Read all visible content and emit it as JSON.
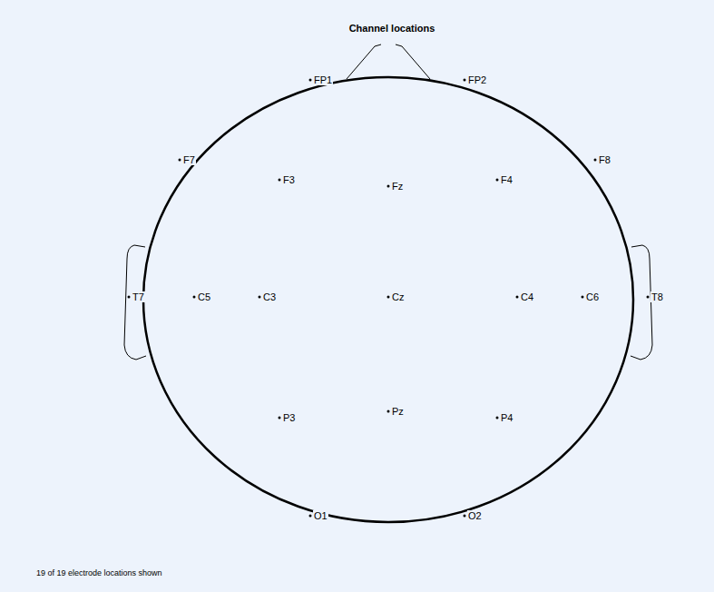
{
  "diagram": {
    "title": "Channel locations",
    "caption": "19 of 19 electrode locations shown",
    "labels": [
      "FP1",
      "FP2",
      "F7",
      "F3",
      "Fz",
      "F4",
      "F8",
      "T7",
      "C5",
      "C3",
      "Cz",
      "C4",
      "C6",
      "T8",
      "P3",
      "Pz",
      "P4",
      "O1",
      "O2"
    ]
  }
}
